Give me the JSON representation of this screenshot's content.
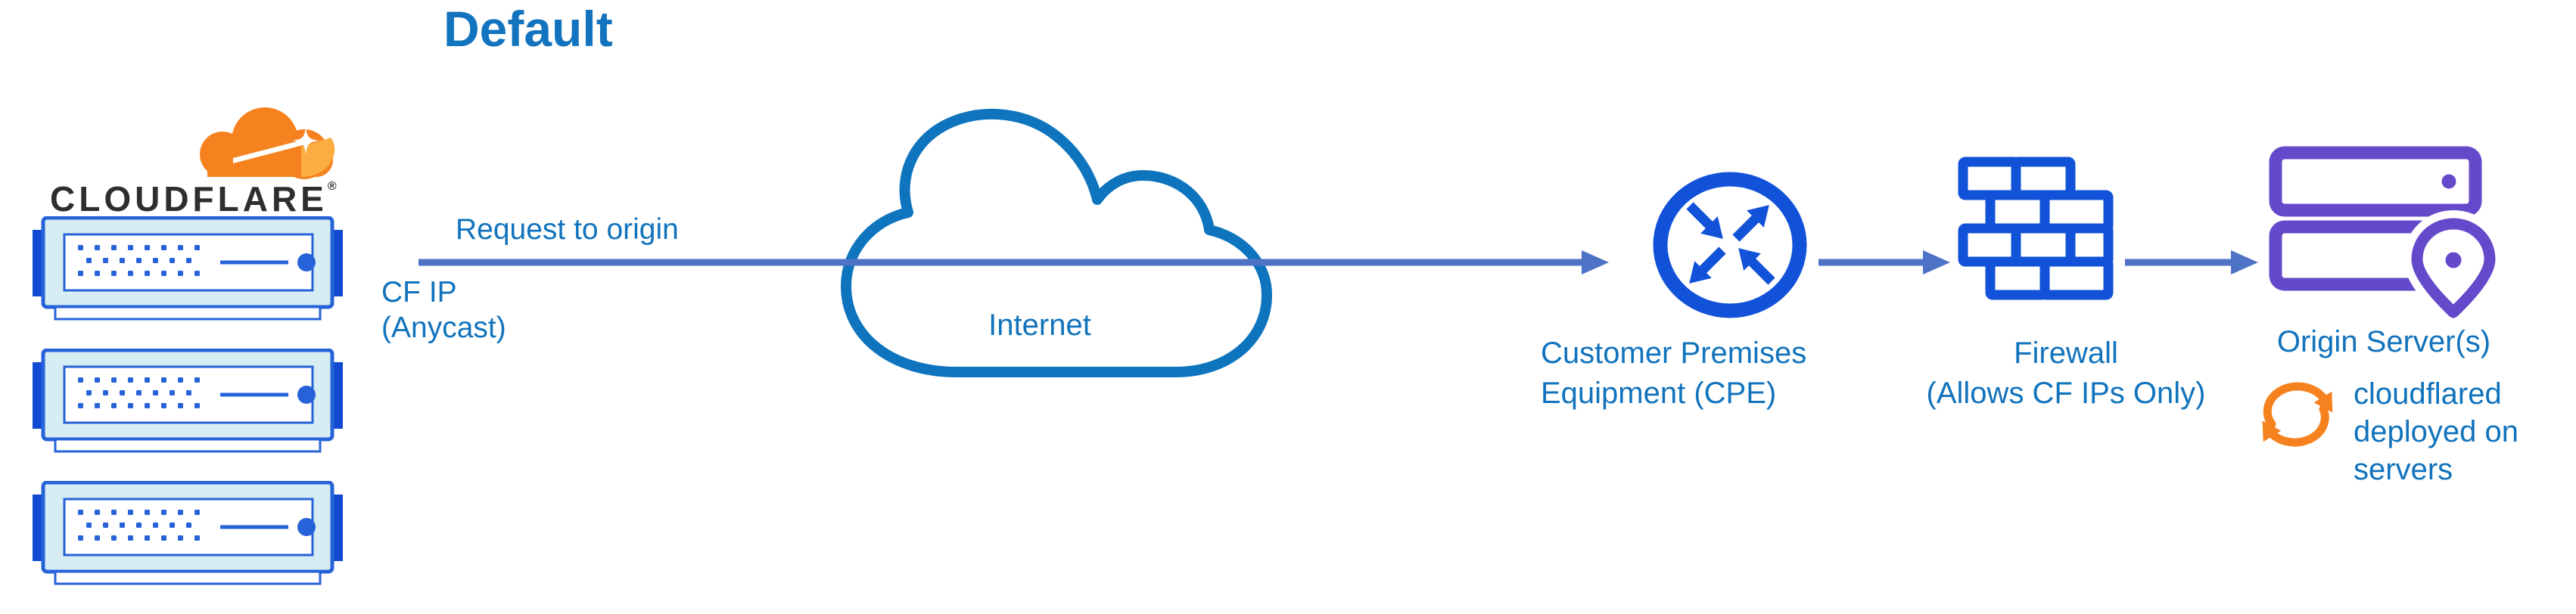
{
  "title": "Default",
  "brand": {
    "wordmark": "CLOUDFLARE",
    "registered_mark": "®"
  },
  "edge": {
    "server_count": 3
  },
  "flow": {
    "request_label": "Request to origin",
    "source_ip_lines": [
      "CF IP",
      "(Anycast)"
    ]
  },
  "nodes": {
    "internet": {
      "label": "Internet"
    },
    "cpe": {
      "label_lines": [
        "Customer Premises",
        "Equipment (CPE)"
      ]
    },
    "firewall": {
      "label_lines": [
        "Firewall",
        "(Allows CF IPs Only)"
      ]
    },
    "origin": {
      "label": "Origin Server(s)",
      "note_lines": [
        "cloudflared",
        "deployed on",
        "servers"
      ]
    }
  },
  "icons": {
    "cloudflare-logo-icon": "orange cloud with white slash",
    "edge-server-icon": "blue rack server unit",
    "internet-cloud-icon": "blue outlined cloud",
    "router-icon": "circle with four diagonal arrows",
    "firewall-icon": "blue brick wall",
    "origin-servers-icon": "two purple server bars",
    "location-pin-icon": "purple map pin",
    "sync-icon": "orange circular arrows",
    "arrow-right-icon": "blue flow arrow"
  },
  "colors": {
    "title_blue": "#1273BE",
    "label_text_blue": "#1173BC",
    "icon_blue": "#1152D9",
    "server_border_blue": "#2763D8",
    "server_fill_cyan": "#D7EDF4",
    "arrow_blue": "#4E73C6",
    "cloud_outline_blue": "#0E74BE",
    "origin_purple": "#6549CB",
    "cloudflare_orange": "#F6821F",
    "cloudflare_light_orange": "#FBAD41",
    "wordmark_dark": "#2E2E2E"
  }
}
